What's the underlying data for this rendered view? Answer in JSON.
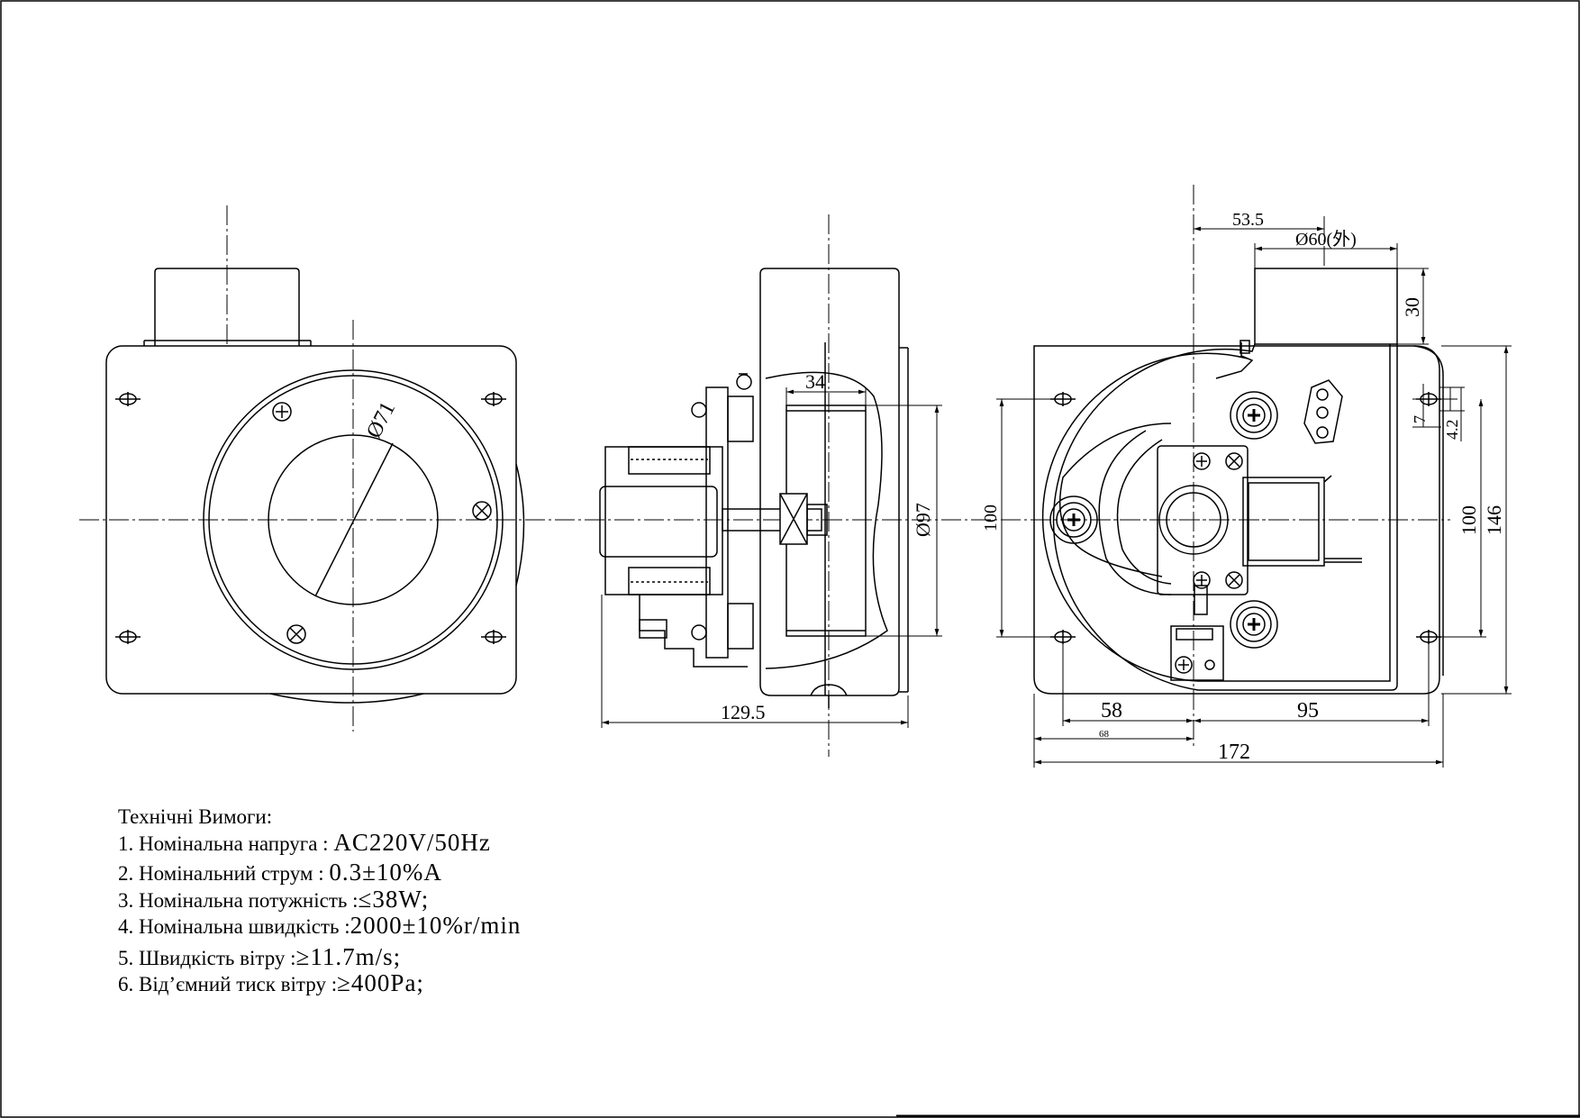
{
  "front_view": {
    "diameter_label": "Ø71"
  },
  "side_view": {
    "dim_top": "34",
    "dim_bottom": "129.5",
    "dim_right": "Ø97"
  },
  "rear_view": {
    "dim_top_1": "53.5",
    "dim_top_2": "Ø60(外)",
    "dim_outlet_height": "30",
    "dim_small_1": "7",
    "dim_small_2": "4.2",
    "dim_left_100": "100",
    "dim_right_100": "100",
    "dim_146": "146",
    "dim_58": "58",
    "dim_95": "95",
    "dim_68": "68",
    "dim_172": "172"
  },
  "requirements": {
    "title": "Технічні Вимоги:",
    "items": [
      {
        "label": "1. Номінальна напруга : ",
        "value": "AC220V/50Hz"
      },
      {
        "label": "2. Номінальний струм : ",
        "value": "0.3±10%A"
      },
      {
        "label": "3. Номінальна потужність :",
        "value": "≤38W;"
      },
      {
        "label": "4. Номінальна швидкість :",
        "value": "2000±10%r/min"
      },
      {
        "label": "5. Швидкість вітру :",
        "value": "≥11.7m/s;"
      },
      {
        "label": "6. Від’ємний тиск вітру :",
        "value": "≥400Pa;"
      }
    ]
  }
}
